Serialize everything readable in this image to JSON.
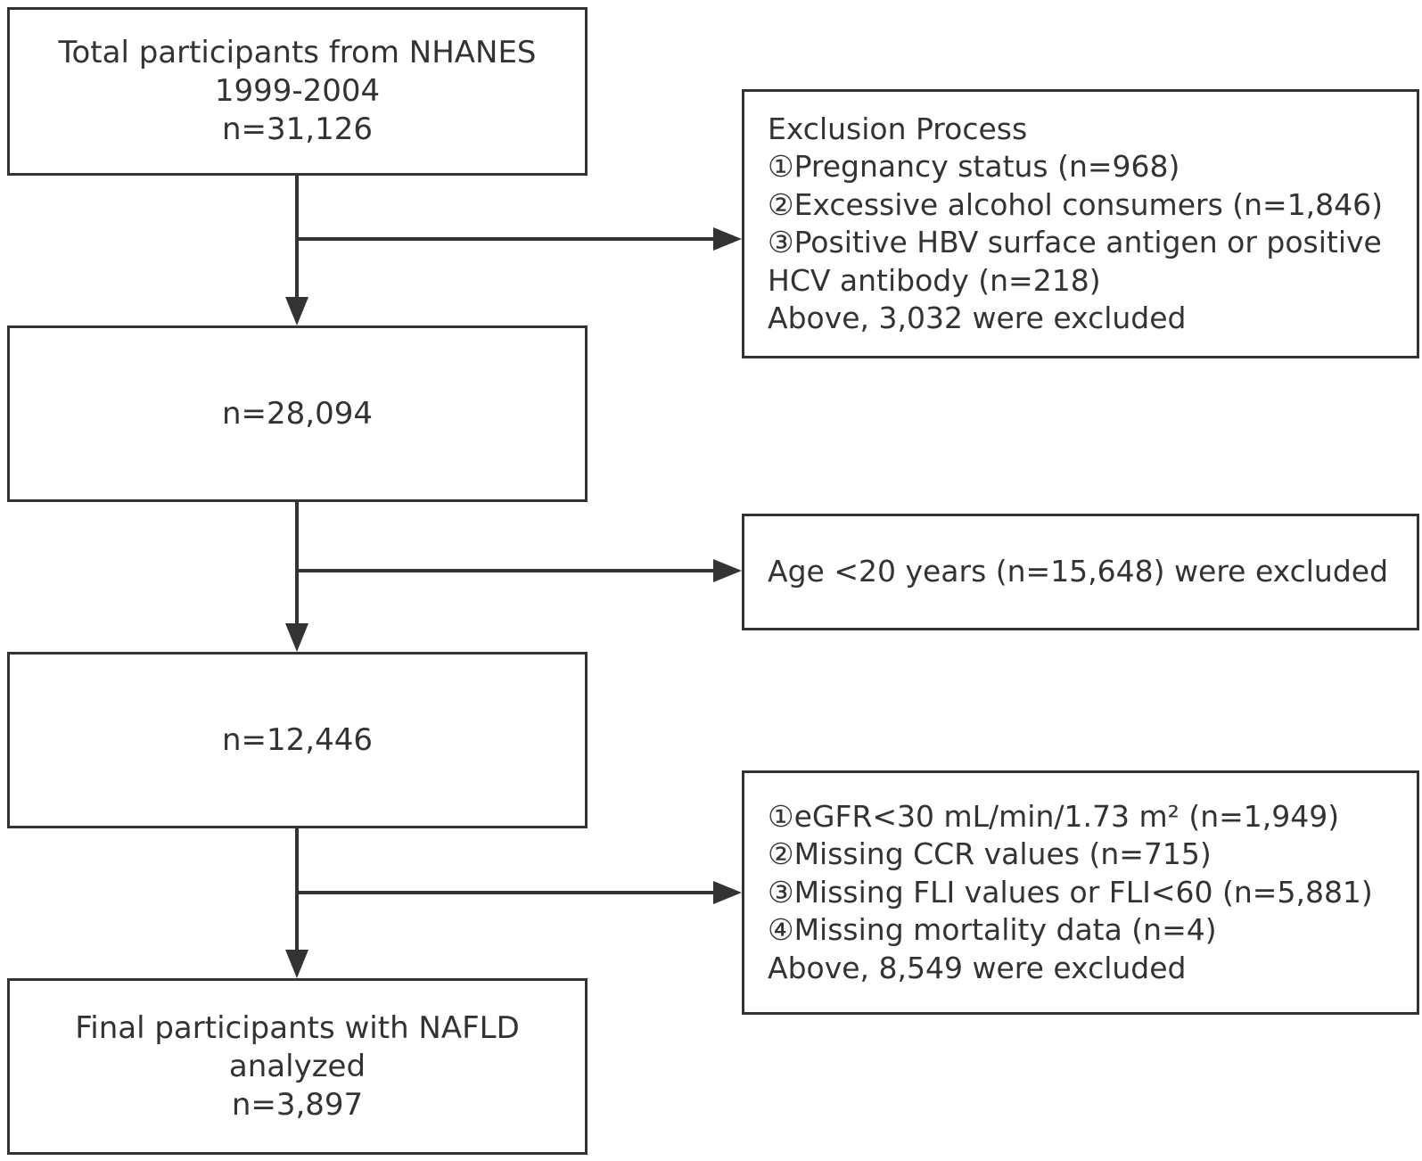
{
  "main_boxes": [
    {
      "lines": [
        "Total participants from NHANES",
        "1999-2004",
        "n=31,126"
      ]
    },
    {
      "lines": [
        "n=28,094"
      ]
    },
    {
      "lines": [
        "n=12,446"
      ]
    },
    {
      "lines": [
        "Final participants with NAFLD",
        "analyzed",
        "n=3,897"
      ]
    }
  ],
  "exclusion_boxes": [
    {
      "lines": [
        "Exclusion Process",
        "①Pregnancy status (n=968)",
        "②Excessive alcohol consumers (n=1,846)",
        "③Positive HBV surface antigen or positive",
        "HCV antibody (n=218)",
        "Above, 3,032 were excluded"
      ]
    },
    {
      "lines": [
        "Age <20 years (n=15,648) were excluded"
      ]
    },
    {
      "lines": [
        "①eGFR<30 mL/min/1.73 m² (n=1,949)",
        "②Missing CCR values (n=715)",
        "③Missing FLI values or FLI<60  (n=5,881)",
        "④Missing mortality data (n=4)",
        "Above, 8,549 were excluded"
      ]
    }
  ],
  "colors": {
    "stroke": "#333333",
    "text": "#333333",
    "background": "#ffffff"
  }
}
